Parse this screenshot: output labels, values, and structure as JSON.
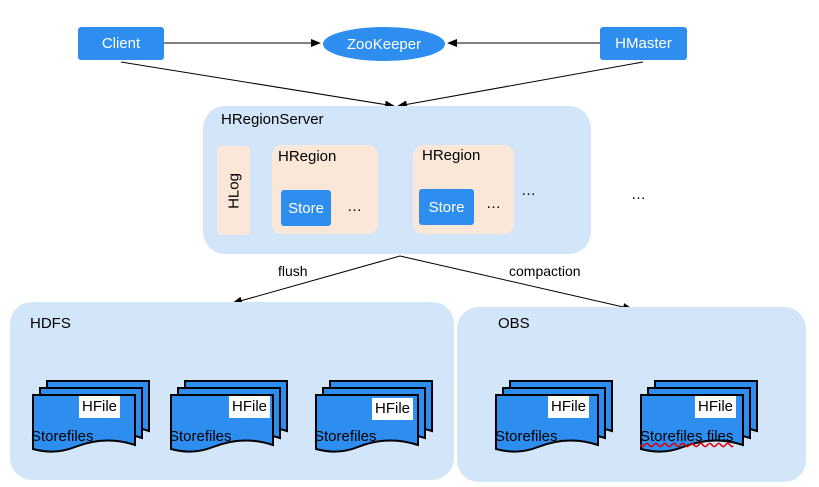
{
  "nodes": {
    "client": "Client",
    "zookeeper": "ZooKeeper",
    "hmaster": "HMaster"
  },
  "region_server": {
    "title": "HRegionServer",
    "hlog": "HLog",
    "regions": [
      {
        "title": "HRegion",
        "store": "Store",
        "ellipsis": "…"
      },
      {
        "title": "HRegion",
        "store": "Store",
        "ellipsis": "…"
      }
    ],
    "ellipsis_1": "…",
    "ellipsis_2": "…"
  },
  "edges": {
    "flush": "flush",
    "compaction": "compaction"
  },
  "hdfs": {
    "title": "HDFS",
    "stacks": [
      {
        "hfile": "HFile",
        "label": "Storefiles"
      },
      {
        "hfile": "HFile",
        "label": "Storefiles"
      },
      {
        "hfile": "HFile",
        "label": "Storefiles"
      }
    ]
  },
  "obs": {
    "title": "OBS",
    "stacks": [
      {
        "hfile": "HFile",
        "label": "Storefiles"
      },
      {
        "hfile": "HFile",
        "label": "Storefiles files"
      }
    ]
  },
  "colors": {
    "node_blue": "#2e8ef0",
    "panel_blue": "#d3e5f8",
    "region_peach": "#fbe7d7"
  }
}
